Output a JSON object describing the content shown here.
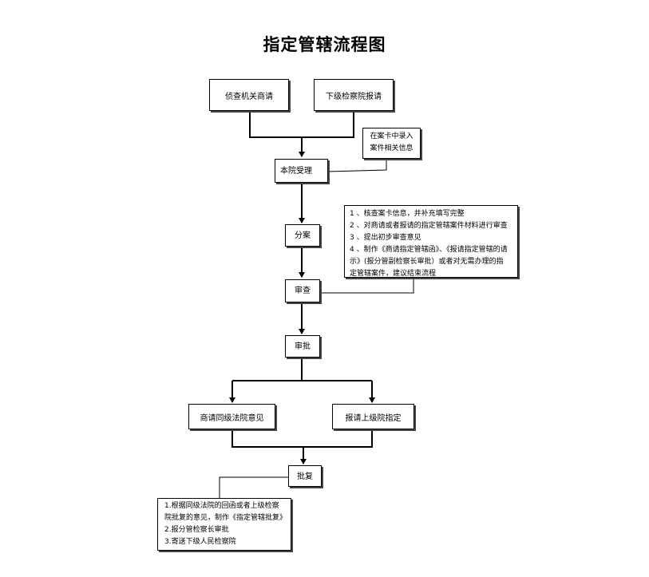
{
  "title": "指定管辖流程图",
  "nodes": {
    "investigation_consult": "侦查机关商请",
    "lower_procuratorate_report": "下级检察院报请",
    "court_acceptance": "本院受理",
    "assign_case": "分案",
    "review": "审查",
    "approval": "审批",
    "consult_same_level_court": "商请同级法院意见",
    "report_superior_court": "报请上级院指定",
    "reply": "批复"
  },
  "notes": {
    "case_card": [
      "在案卡中录入",
      "案件相关信息"
    ],
    "review_steps": [
      "1 、核查案卡信息，并补充填写完整",
      "2 、对商请或者报请的指定管辖案件材料进行审查",
      "3 、提出初步审查意见",
      "4 、制作《商请指定管辖函》、《报请指定管辖的请",
      "示》(报分管副检察长审批）或者对无需办理的指",
      "定管辖案件，建议结束流程"
    ],
    "reply_steps": [
      "1.根据同级法院的回函或者上级检察",
      "院批复的意见，制作《指定管辖批复》",
      "2.报分管检察长审批",
      "3.寄送下级人民检察院"
    ]
  }
}
